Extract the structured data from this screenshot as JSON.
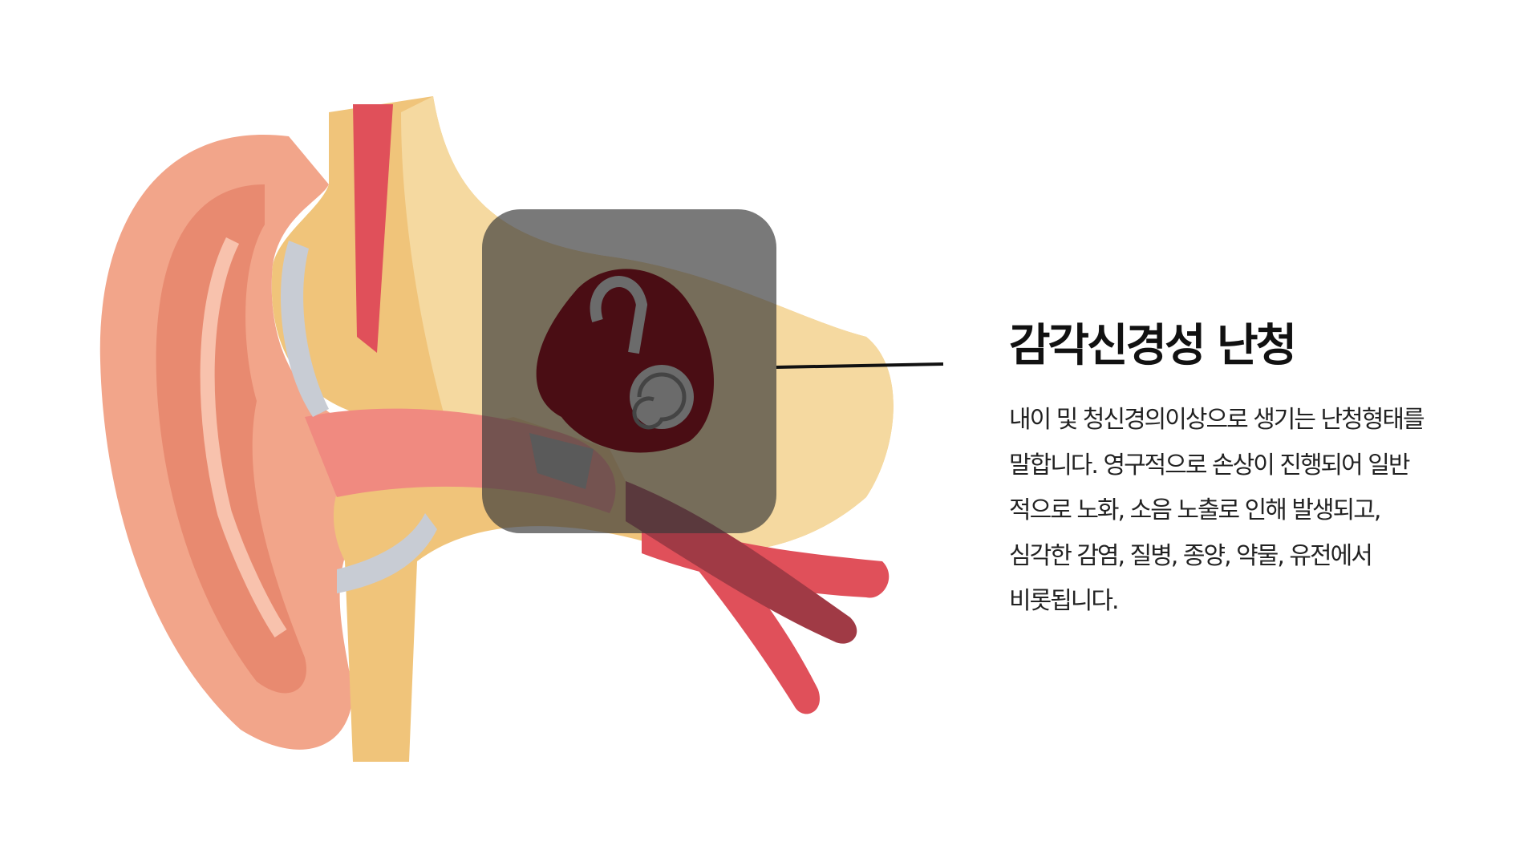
{
  "section": {
    "title": "감각신경성 난청",
    "description_lines": [
      "내이 및 청신경의이상으로 생기는 난청형태를",
      "말합니다. 영구적으로 손상이 진행되어 일반",
      "적으로 노화, 소음  노출로 인해 발생되고,",
      "심각한 감염, 질병, 종양, 약물, 유전에서",
      "비롯됩니다."
    ]
  },
  "colors": {
    "skin": "#f2a58a",
    "bone": "#f0c47a",
    "muscle": "#e0505a",
    "overlay": "#3a3a3a"
  }
}
